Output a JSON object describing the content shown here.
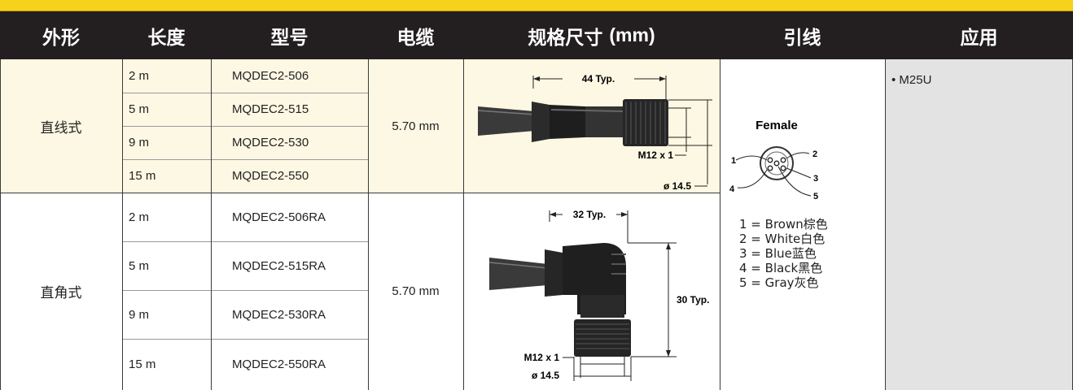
{
  "banner": {
    "text": ""
  },
  "header": {
    "shape": "外形",
    "length": "长度",
    "model": "型号",
    "cable": "电缆",
    "spec_prefix": "规格尺寸",
    "spec_unit": "(mm)",
    "wiring": "引线",
    "application": "应用"
  },
  "straight": {
    "label": "直线式",
    "cable": "5.70 mm",
    "rows": [
      {
        "length": "2 m",
        "model": "MQDEC2-506"
      },
      {
        "length": "5 m",
        "model": "MQDEC2-515"
      },
      {
        "length": "9 m",
        "model": "MQDEC2-530"
      },
      {
        "length": "15 m",
        "model": "MQDEC2-550"
      }
    ],
    "dims": {
      "length": "44 Typ.",
      "thread": "M12 x 1",
      "dia": "ø 14.5"
    }
  },
  "right_angle": {
    "label": "直角式",
    "cable": "5.70 mm",
    "rows": [
      {
        "length": "2 m",
        "model": "MQDEC2-506RA"
      },
      {
        "length": "5 m",
        "model": "MQDEC2-515RA"
      },
      {
        "length": "9 m",
        "model": "MQDEC2-530RA"
      },
      {
        "length": "15 m",
        "model": "MQDEC2-550RA"
      }
    ],
    "dims": {
      "length": "32 Typ.",
      "height": "30 Typ.",
      "thread": "M12 x 1",
      "dia": "ø 14.5"
    }
  },
  "wiring": {
    "connector": "Female",
    "pins": [
      "1",
      "2",
      "3",
      "4",
      "5"
    ],
    "colors": [
      "1 = Brown棕色",
      "2 = White白色",
      "3 = Blue蓝色",
      "4 = Black黑色",
      "5 = Gray灰色"
    ]
  },
  "application": {
    "item": "• M25U"
  },
  "colors": {
    "highlight": "#fdf8e3",
    "header": "#231f20",
    "banner": "#f7d21a",
    "app_bg": "#e3e3e3"
  }
}
